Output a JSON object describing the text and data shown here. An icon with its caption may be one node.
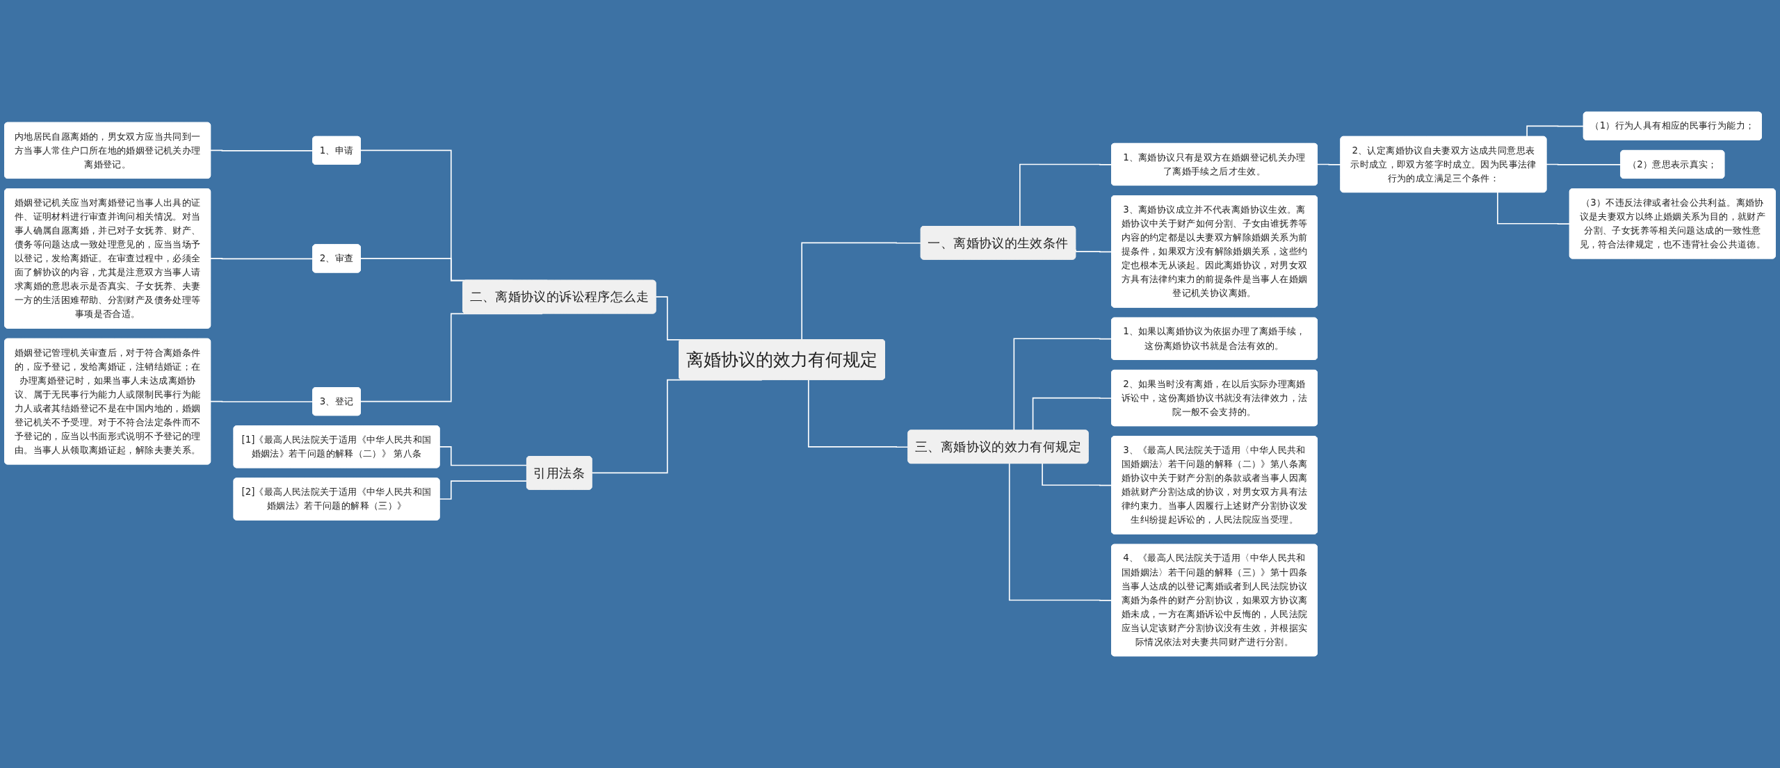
{
  "diagram": {
    "nodes": [
      {
        "text": [
          "离婚协议的效力有何规定"
        ]
      },
      {
        "text": [
          "一、离婚协议的生效条件"
        ]
      },
      {
        "text": [
          "1、离婚协议只有是双方在婚姻登记机关办理了离婚手续之后才生效。"
        ]
      },
      {
        "text": [
          "2、认定离婚协议自夫妻双方达成共同意思表示时成立，即双方签字时成立。因为民事法律行为的成立满足三个条件："
        ]
      },
      {
        "text": [
          "（1）行为人具有相应的民事行为能力；"
        ]
      },
      {
        "text": [
          "（2）意思表示真实；"
        ]
      },
      {
        "text": [
          "（3）不违反法律或者社会公共利益。离婚协议是夫妻双方以终止婚姻关系为目的，就财产分割、子女抚养等相关问题达成的一致性意见，符合法律规定，也不违背社会公共道德。"
        ]
      },
      {
        "text": [
          "3、离婚协议成立并不代表离婚协议生效。离婚协议中关于财产如何分割、子女由谁抚养等内容的约定都是以夫妻双方解除婚姻关系为前提条件，如果双方没有解除婚姻关系，这些约定也根本无从谈起。因此离婚协议，对男女双方具有法律约束力的前提条件是当事人在婚姻登记机关协议离婚。"
        ]
      },
      {
        "text": [
          "三、离婚协议的效力有何规定"
        ]
      },
      {
        "text": [
          "1、如果以离婚协议为依据办理了离婚手续，这份离婚协议书就是合法有效的。"
        ]
      },
      {
        "text": [
          "2、如果当时没有离婚，在以后实际办理离婚诉讼中，这份离婚协议书就没有法律效力，法院一般不会支持的。"
        ]
      },
      {
        "text": [
          "3、《最高人民法院关于适用〈中华人民共和国婚姻法〉若干问题的解释（二）》第八条离婚协议中关于财产分割的条款或者当事人因离婚就财产分割达成的协议，对男女双方具有法律约束力。当事人因履行上述财产分割协议发生纠纷提起诉讼的，人民法院应当受理。"
        ]
      },
      {
        "text": [
          "4、《最高人民法院关于适用〈中华人民共和国婚姻法〉若干问题的解释（三）》第十四条当事人达成的以登记离婚或者到人民法院协议离婚为条件的财产分割协议，如果双方协议离婚未成，一方在离婚诉讼中反悔的，人民法院应当认定该财产分割协议没有生效，并根据实际情况依法对夫妻共同财产进行分割。"
        ]
      },
      {
        "text": [
          "二、离婚协议的诉讼程序怎么走"
        ]
      },
      {
        "text": [
          "1、申请"
        ]
      },
      {
        "text": [
          "内地居民自愿离婚的，男女双方应当共同到一方当事人常住户口所在地的婚姻登记机关办理离婚登记。"
        ]
      },
      {
        "text": [
          "2、审查"
        ]
      },
      {
        "text": [
          "婚姻登记机关应当对离婚登记当事人出具的证件、证明材料进行审查并询问相关情况。对当事人确属自愿离婚，并已对子女抚养、财产、债务等问题达成一致处理意见的，应当当场予以登记，发给离婚证。在审查过程中，必须全面了解协议的内容，尤其是注意双方当事人请求离婚的意思表示是否真实、子女抚养、夫妻一方的生活困难帮助、分割财产及债务处理等事项是否合适。"
        ]
      },
      {
        "text": [
          "3、登记"
        ]
      },
      {
        "text": [
          "婚姻登记管理机关审查后，对于符合离婚条件的，应予登记，发给离婚证，注销结婚证；在办理离婚登记时，如果当事人未达成离婚协议、属于无民事行为能力人或限制民事行为能力人或者其结婚登记不是在中国内地的，婚姻登记机关不予受理。对于不符合法定条件而不予登记的，应当以书面形式说明不予登记的理由。当事人从领取离婚证起，解除夫妻关系。"
        ]
      },
      {
        "text": [
          "引用法条"
        ]
      },
      {
        "text": [
          "[1]《最高人民法院关于适用《中华人民共和国婚姻法》若干问题的解释（二）》 第八条"
        ]
      },
      {
        "text": [
          "[2]《最高人民法院关于适用《中华人民共和国婚姻法》若干问题的解释（三）》"
        ]
      }
    ],
    "edges": [
      {
        "from": 0,
        "to": 1,
        "arrow": "none"
      },
      {
        "from": 1,
        "to": 2,
        "arrow": "none"
      },
      {
        "from": 2,
        "to": 3,
        "arrow": "none"
      },
      {
        "from": 3,
        "to": 4,
        "arrow": "none"
      },
      {
        "from": 3,
        "to": 5,
        "arrow": "none"
      },
      {
        "from": 3,
        "to": 6,
        "arrow": "none"
      },
      {
        "from": 1,
        "to": 7,
        "arrow": "none"
      },
      {
        "from": 0,
        "to": 8,
        "arrow": "none"
      },
      {
        "from": 8,
        "to": 9,
        "arrow": "none"
      },
      {
        "from": 8,
        "to": 10,
        "arrow": "none"
      },
      {
        "from": 8,
        "to": 11,
        "arrow": "none"
      },
      {
        "from": 8,
        "to": 12,
        "arrow": "none"
      },
      {
        "from": 13,
        "to": 0,
        "arrow": "none"
      },
      {
        "from": 14,
        "to": 13,
        "arrow": "none"
      },
      {
        "from": 15,
        "to": 14,
        "arrow": "none"
      },
      {
        "from": 16,
        "to": 13,
        "arrow": "none"
      },
      {
        "from": 17,
        "to": 16,
        "arrow": "none"
      },
      {
        "from": 18,
        "to": 13,
        "arrow": "none"
      },
      {
        "from": 19,
        "to": 18,
        "arrow": "none"
      },
      {
        "from": 20,
        "to": 0,
        "arrow": "none"
      },
      {
        "from": 21,
        "to": 20,
        "arrow": "none"
      },
      {
        "from": 22,
        "to": 20,
        "arrow": "none"
      }
    ]
  }
}
